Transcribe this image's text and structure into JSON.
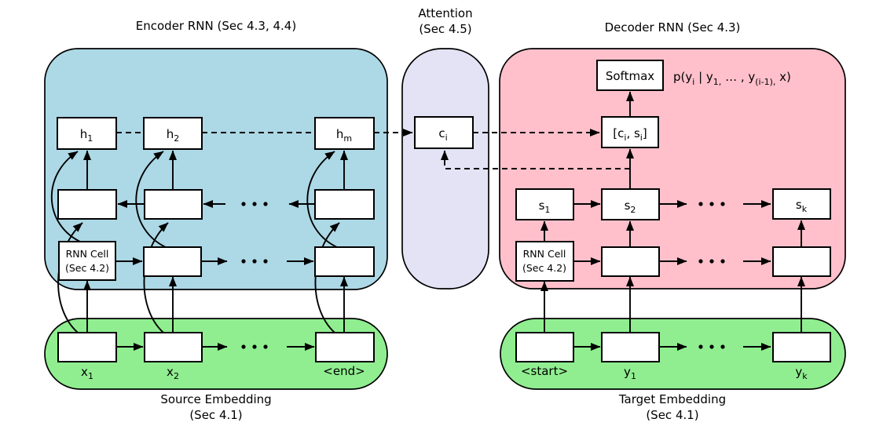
{
  "diagram": {
    "colors": {
      "encoder_fill": "#add8e6",
      "decoder_fill": "#ffc0cb",
      "attention_fill": "#e3e3f5",
      "embedding_fill": "#90ee90",
      "box_fill": "#ffffff",
      "line": "#000000"
    },
    "encoder": {
      "title": "Encoder RNN (Sec 4.3, 4.4)",
      "h_labels": [
        {
          "base": "h",
          "sub": "1"
        },
        {
          "base": "h",
          "sub": "2"
        },
        {
          "base": "h",
          "sub": "m"
        }
      ],
      "rnn_cell": {
        "line1": "RNN Cell",
        "line2": "(Sec 4.2)"
      }
    },
    "attention": {
      "title_line1": "Attention",
      "title_line2": "(Sec 4.5)",
      "c_label": {
        "base": "c",
        "sub": "i"
      }
    },
    "decoder": {
      "title": "Decoder RNN (Sec 4.3)",
      "softmax": "Softmax",
      "formula": {
        "p1": "p(y",
        "s1": "i",
        "p2": " | y",
        "s2": "1,",
        "p3": " … , y",
        "s3": "(i-1),",
        "p4": " x)"
      },
      "concat": {
        "p1": "[c",
        "s1": "i",
        "p2": ", s",
        "s2": "i",
        "p3": "]"
      },
      "s_labels": [
        {
          "base": "s",
          "sub": "1"
        },
        {
          "base": "s",
          "sub": "2"
        },
        {
          "base": "s",
          "sub": "k"
        }
      ],
      "rnn_cell": {
        "line1": "RNN Cell",
        "line2": "(Sec 4.2)"
      }
    },
    "source_embedding": {
      "title_line1": "Source Embedding",
      "title_line2": "(Sec 4.1)",
      "labels": [
        {
          "base": "x",
          "sub": "1"
        },
        {
          "base": "x",
          "sub": "2"
        },
        {
          "base": "<end>",
          "sub": ""
        }
      ]
    },
    "target_embedding": {
      "title_line1": "Target Embedding",
      "title_line2": "(Sec 4.1)",
      "labels": [
        {
          "base": "<start>",
          "sub": ""
        },
        {
          "base": "y",
          "sub": "1"
        },
        {
          "base": "y",
          "sub": "k"
        }
      ]
    }
  }
}
